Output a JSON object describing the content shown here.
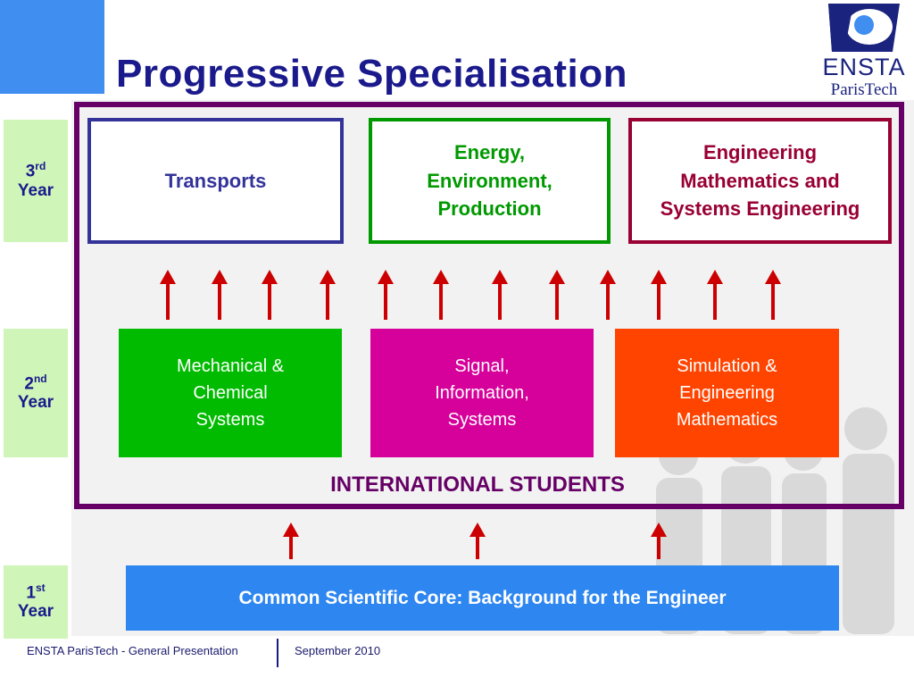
{
  "title": "Progressive Specialisation",
  "logo": {
    "main": "ENSTA",
    "sub": "ParisTech"
  },
  "years": [
    {
      "num": "3",
      "sup": "rd",
      "word": "Year"
    },
    {
      "num": "2",
      "sup": "nd",
      "word": "Year"
    },
    {
      "num": "1",
      "sup": "st",
      "word": "Year"
    }
  ],
  "specialisations": [
    {
      "label": "Transports",
      "color": "#333399"
    },
    {
      "label": "Energy,\nEnvironment,\nProduction",
      "color": "#009900"
    },
    {
      "label": "Engineering\nMathematics and\nSystems Engineering",
      "color": "#990033"
    }
  ],
  "tracks": [
    {
      "label": "Mechanical &\nChemical\nSystems",
      "color": "#00bb00"
    },
    {
      "label": "Signal,\nInformation,\nSystems",
      "color": "#d6009a"
    },
    {
      "label": "Simulation &\nEngineering\nMathematics",
      "color": "#ff4400"
    }
  ],
  "international": "INTERNATIONAL STUDENTS",
  "core": "Common Scientific Core: Background for the Engineer",
  "footer": {
    "left": "ENSTA ParisTech - General Presentation",
    "right": "September 2010"
  },
  "colors": {
    "arrow": "#cc0000",
    "frame": "#660066",
    "title": "#1a1a8c",
    "year_bg": "#cff5b8",
    "core_bg": "#2e86f0"
  }
}
